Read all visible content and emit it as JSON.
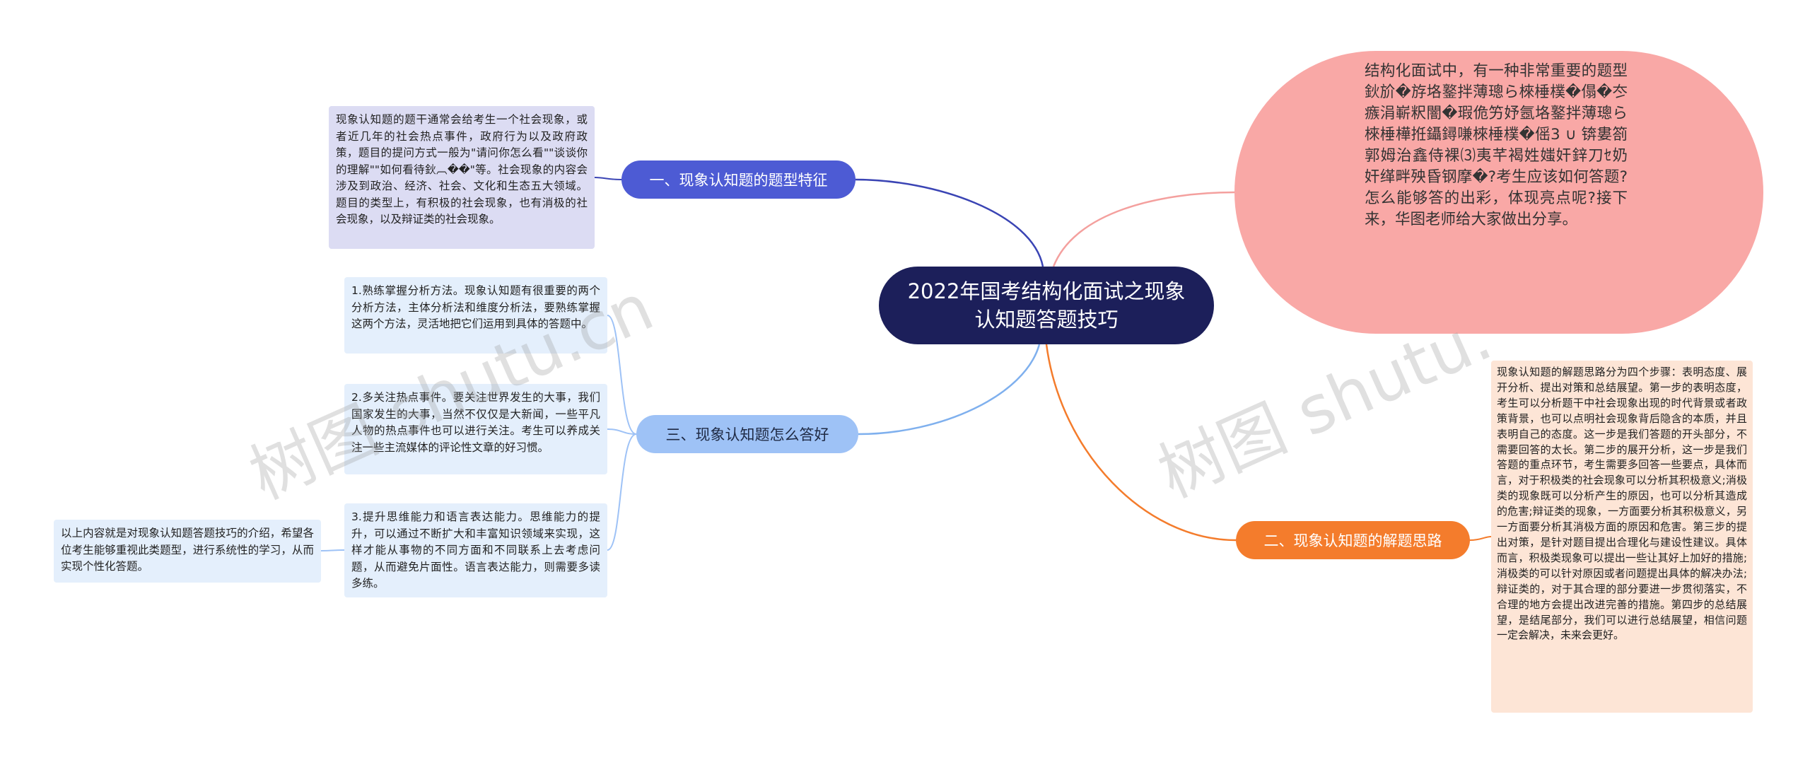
{
  "center": {
    "title": "2022年国考结构化面试之现象认知题答题技巧"
  },
  "branches": [
    {
      "label": "一、现象认知题的题型特征"
    },
    {
      "label": "二、现象认知题的解题思路"
    },
    {
      "label": "三、现象认知题怎么答好"
    }
  ],
  "intro_bubble": {
    "text": "结构化面试中，有一种非常重要的题型鈥斺�斿垎鐜拌薄璁ら棶棰樸�傝�冭瘯涓嶄粎闇�瑕佹竻妤氬垎鐜拌薄璁ら棶棰樺拰鑷鐞嗛棶棰樸�傜3 ∪ 锛婁箚郭姆治鑫侍裸⑶夷芊褐姓媸奸鋅刀ｾ奶奸缂畔殃昏钢摩�?考生应该如何答题?怎么能够答的出彩，体现亮点呢?接下来，华图老师给大家做出分享。"
  },
  "branch1_leaf": {
    "text": "现象认知题的题干通常会给考生一个社会现象，或者近几年的社会热点事件，政府行为以及政府政策，题目的提问方式一般为\"请问你怎么看\"\"谈谈你的理解\"\"如何看待鈥︹��\"等。社会现象的内容会涉及到政治、经济、社会、文化和生态五大领域。题目的类型上，有积极的社会现象，也有消极的社会现象，以及辩证类的社会现象。"
  },
  "branch2_leaf": {
    "text": "现象认知题的解题思路分为四个步骤：表明态度、展开分析、提出对策和总结展望。第一步的表明态度，考生可以分析题干中社会现象出现的时代背景或者政策背景，也可以点明社会现象背后隐含的本质，并且表明自己的态度。这一步是我们答题的开头部分，不需要回答的太长。第二步的展开分析，这一步是我们答题的重点环节，考生需要多回答一些要点，具体而言，对于积极类的社会现象可以分析其积极意义;消极类的现象既可以分析产生的原因，也可以分析其造成的危害;辩证类的现象，一方面要分析其积极意义，另一方面要分析其消极方面的原因和危害。第三步的提出对策，是针对题目提出合理化与建设性建议。具体而言，积极类现象可以提出一些让其好上加好的措施;消极类的可以针对原因或者问题提出具体的解决办法;辩证类的，对于其合理的部分要进一步贯彻落实，不合理的地方会提出改进完善的措施。第四步的总结展望，是结尾部分，我们可以进行总结展望，相信问题一定会解决，未来会更好。"
  },
  "branch3_leaves": [
    {
      "text": "1.熟练掌握分析方法。现象认知题有很重要的两个分析方法，主体分析法和维度分析法，要熟练掌握这两个方法，灵活地把它们运用到具体的答题中。"
    },
    {
      "text": "2.多关注热点事件。要关注世界发生的大事，我们国家发生的大事，当然不仅仅是大新闻，一些平凡人物的热点事件也可以进行关注。考生可以养成关注一些主流媒体的评论性文章的好习惯。"
    },
    {
      "text": "3.提升思维能力和语言表达能力。思维能力的提升，可以通过不断扩大和丰富知识领域来实现，这样才能从事物的不同方面和不同联系上去考虑问题，从而避免片面性。语言表达能力，则需要多读多练。"
    }
  ],
  "summary_leaf": {
    "text": "以上内容就是对现象认知题答题技巧的介绍，希望各位考生能够重视此类题型，进行系统性的学习，从而实现个性化答题。"
  },
  "watermarks": [
    "树图 shutu.cn",
    "树图 shutu."
  ],
  "colors": {
    "center": "#1c1f5a",
    "branch1": "#4d5bd4",
    "branch2": "#f47c2c",
    "branch3": "#9ec2f6",
    "bubble": "#f9a8a6"
  }
}
